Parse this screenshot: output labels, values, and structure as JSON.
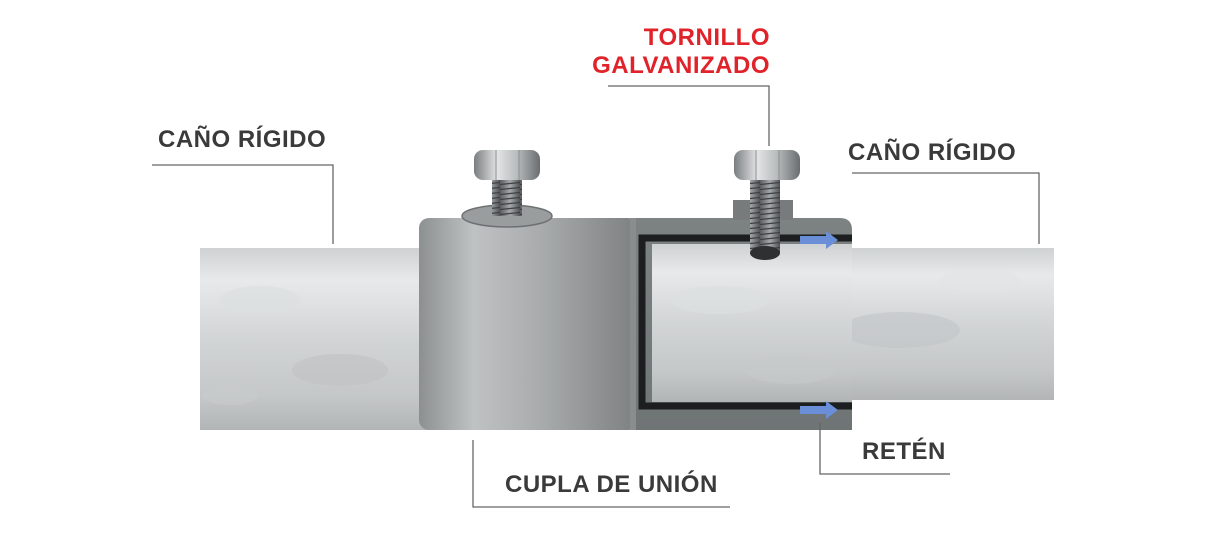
{
  "labels": {
    "pipe_left": "CAÑO RÍGIDO",
    "pipe_right": "CAÑO RÍGIDO",
    "screw_line1": "TORNILLO",
    "screw_line2": "GALVANIZADO",
    "coupling": "CUPLA DE UNIÓN",
    "seal": "RETÉN"
  },
  "colors": {
    "label_text": "#3a3a3a",
    "screw_label": "#e0232a",
    "seal_arrow": "#6a8ed8",
    "leader_line": "#666666"
  }
}
